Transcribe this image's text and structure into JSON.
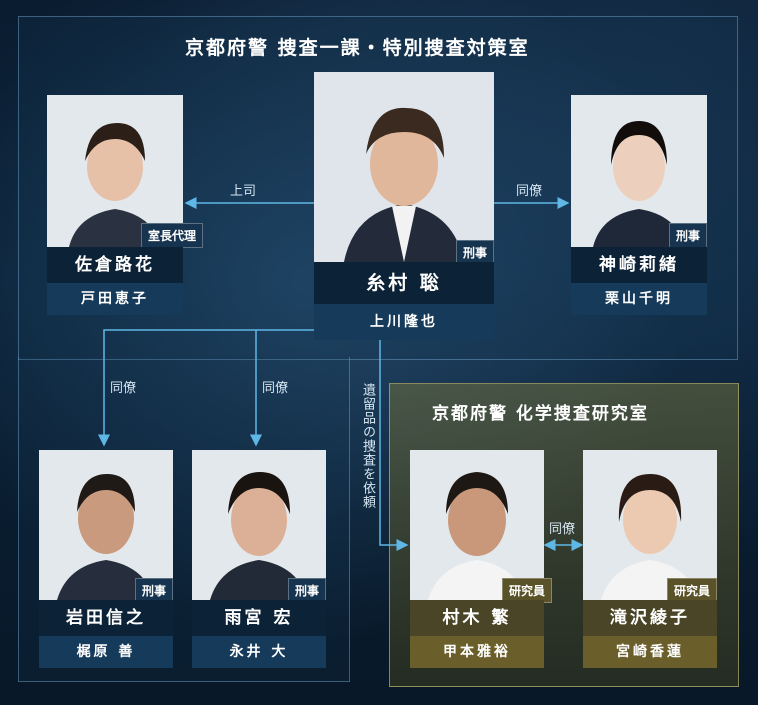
{
  "sections": {
    "main_title": "京都府警 捜査一課・特別捜査対策室",
    "lab_title": "京都府警 化学捜査研究室"
  },
  "characters": {
    "itomura": {
      "role": "刑事",
      "name": "糸村 聡",
      "actor": "上川隆也"
    },
    "sakura": {
      "role": "室長代理",
      "name": "佐倉路花",
      "actor": "戸田恵子"
    },
    "kanzaki": {
      "role": "刑事",
      "name": "神崎莉緒",
      "actor": "栗山千明"
    },
    "iwata": {
      "role": "刑事",
      "name": "岩田信之",
      "actor": "梶原 善"
    },
    "amamiya": {
      "role": "刑事",
      "name": "雨宮 宏",
      "actor": "永井 大"
    },
    "muraki": {
      "role": "研究員",
      "name": "村木 繁",
      "actor": "甲本雅裕"
    },
    "takizawa": {
      "role": "研究員",
      "name": "滝沢綾子",
      "actor": "宮崎香蓮"
    }
  },
  "relations": {
    "boss": "上司",
    "colleague_right": "同僚",
    "colleague_left1": "同僚",
    "colleague_left2": "同僚",
    "request": "遺留品の捜査を依頼",
    "colleague_lab": "同僚"
  },
  "colors": {
    "background": "#06121f",
    "name_plate": "#0c2236",
    "actor_plate": "#153a5a",
    "lab_plate": "#4a4526",
    "lab_actor_plate": "#6a5e2a",
    "arrow": "#5fb7e6"
  }
}
